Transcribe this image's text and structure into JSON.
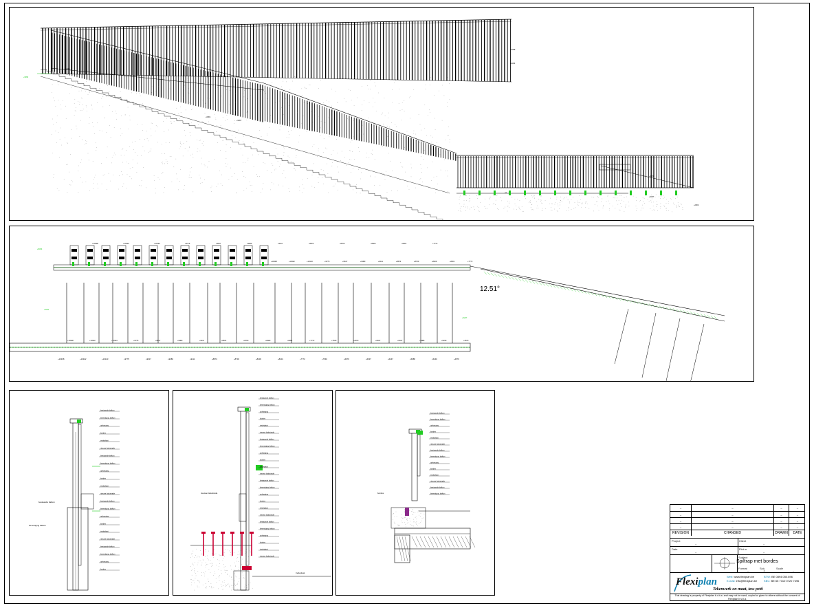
{
  "drawing": {
    "angle_label": "12.51°",
    "colors": {
      "line": "#000000",
      "accent": "#22cc22",
      "highlight": "#cc0033",
      "brand": "#0b7fb0"
    },
    "level_tags": [
      "+9358",
      "+8334",
      "+6301",
      "+5207",
      "+4250",
      "+3307",
      "+2302",
      "+1101",
      "+0"
    ],
    "elevation_tags": [
      "+10338",
      "+10322",
      "+10143",
      "+9775",
      "+9617",
      "+9380",
      "+9111",
      "+8874",
      "+8700",
      "+8409",
      "+8201",
      "+7772",
      "+7540",
      "+6970",
      "+6637",
      "+6447",
      "+5988",
      "+5240",
      "+4570"
    ],
    "detail_labels": [
      "bestaande balkon",
      "bevestiging balkon",
      "ophanging",
      "bordes",
      "tredeplaat",
      "nieuwe balustrade"
    ]
  },
  "titleblock": {
    "revision_header": "REVISION",
    "changed_header": "CHANGED",
    "drawn_header": "DRAWN",
    "date_header": "DATE",
    "dash": "–",
    "labels": {
      "project": "Project",
      "client": "Client",
      "date": "Date",
      "plot": "Plot nr",
      "scale_label": "Scale",
      "subject": "Subject",
      "format": "Format",
      "scale": "Sch",
      "scale_value": "1:"
    },
    "project_title": "Spiltrap met bordes",
    "brand_part1": "Flexi",
    "brand_part2": "plan",
    "slogan": "Tekenwerk on maat, tess petti",
    "web_key": "Web:",
    "web_val": "www.flexiplan.be",
    "email_key": "E-mail:",
    "email_val": "info@flexiplan.be",
    "btw_key": "BTW:",
    "btw_val": "BE 0894.050.896",
    "kbc_key": "KBC:",
    "kbc_val": "BE 65 7310 0720 7496",
    "legal": "This drawing is property of Flexiplan b.v.b.a. and may not be used, copied or given to others without the consent of Flexiplan b.v.b.a."
  }
}
